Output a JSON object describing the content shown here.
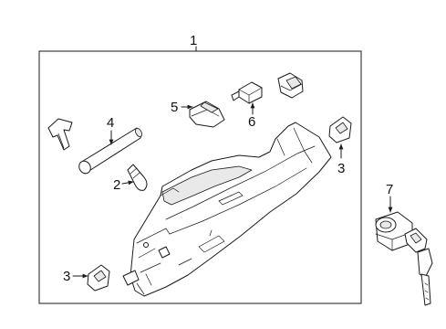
{
  "callouts": {
    "c1": "1",
    "c2": "2",
    "c3_top": "3",
    "c3_bottom": "3",
    "c4": "4",
    "c5": "5",
    "c6": "6",
    "c7": "7"
  }
}
